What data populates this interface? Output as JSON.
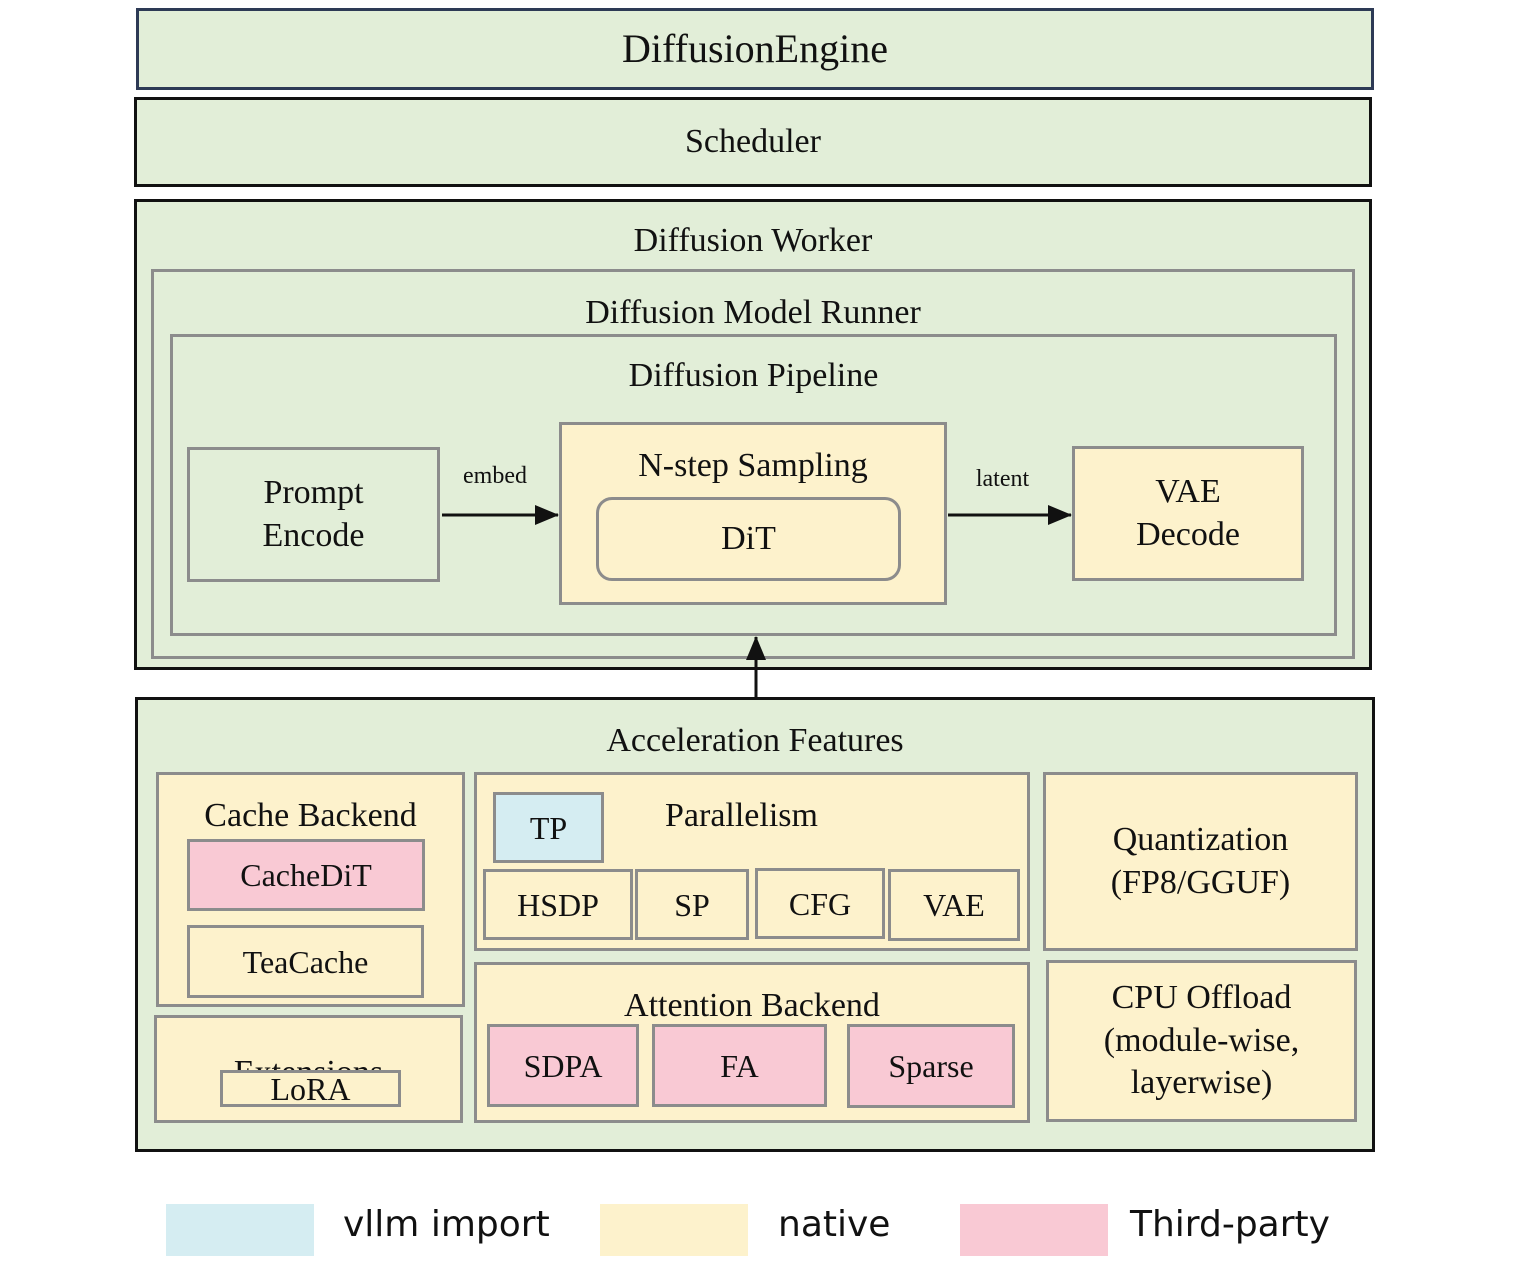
{
  "engine": {
    "title": "DiffusionEngine"
  },
  "scheduler": {
    "title": "Scheduler"
  },
  "worker": {
    "title": "Diffusion Worker",
    "runner": {
      "title": "Diffusion Model Runner",
      "pipeline": {
        "title": "Diffusion Pipeline",
        "prompt_encode": {
          "line1": "Prompt",
          "line2": "Encode"
        },
        "edge_embed": "embed",
        "sampling": {
          "title": "N-step Sampling",
          "dit": "DiT"
        },
        "edge_latent": "latent",
        "vae_decode": {
          "line1": "VAE",
          "line2": "Decode"
        }
      }
    }
  },
  "acceleration": {
    "title": "Acceleration Features",
    "cache_backend": {
      "title": "Cache Backend",
      "items": [
        "CacheDiT",
        "TeaCache"
      ]
    },
    "extensions": {
      "title": "Extensions",
      "items": [
        "LoRA"
      ]
    },
    "parallelism": {
      "title": "Parallelism",
      "tp": "TP",
      "items": [
        "HSDP",
        "SP",
        "CFG",
        "VAE"
      ]
    },
    "attention_backend": {
      "title": "Attention Backend",
      "items": [
        "SDPA",
        "FA",
        "Sparse"
      ]
    },
    "quantization": {
      "line1": "Quantization",
      "line2": "(FP8/GGUF)"
    },
    "cpu_offload": {
      "line1": "CPU Offload",
      "line2": "(module-wise,",
      "line3": "layerwise)"
    }
  },
  "legend": [
    {
      "label": "vllm import",
      "color": "#d5edf2"
    },
    {
      "label": "native",
      "color": "#fdf2cc"
    },
    {
      "label": "Third-party",
      "color": "#f9c9d4"
    }
  ]
}
